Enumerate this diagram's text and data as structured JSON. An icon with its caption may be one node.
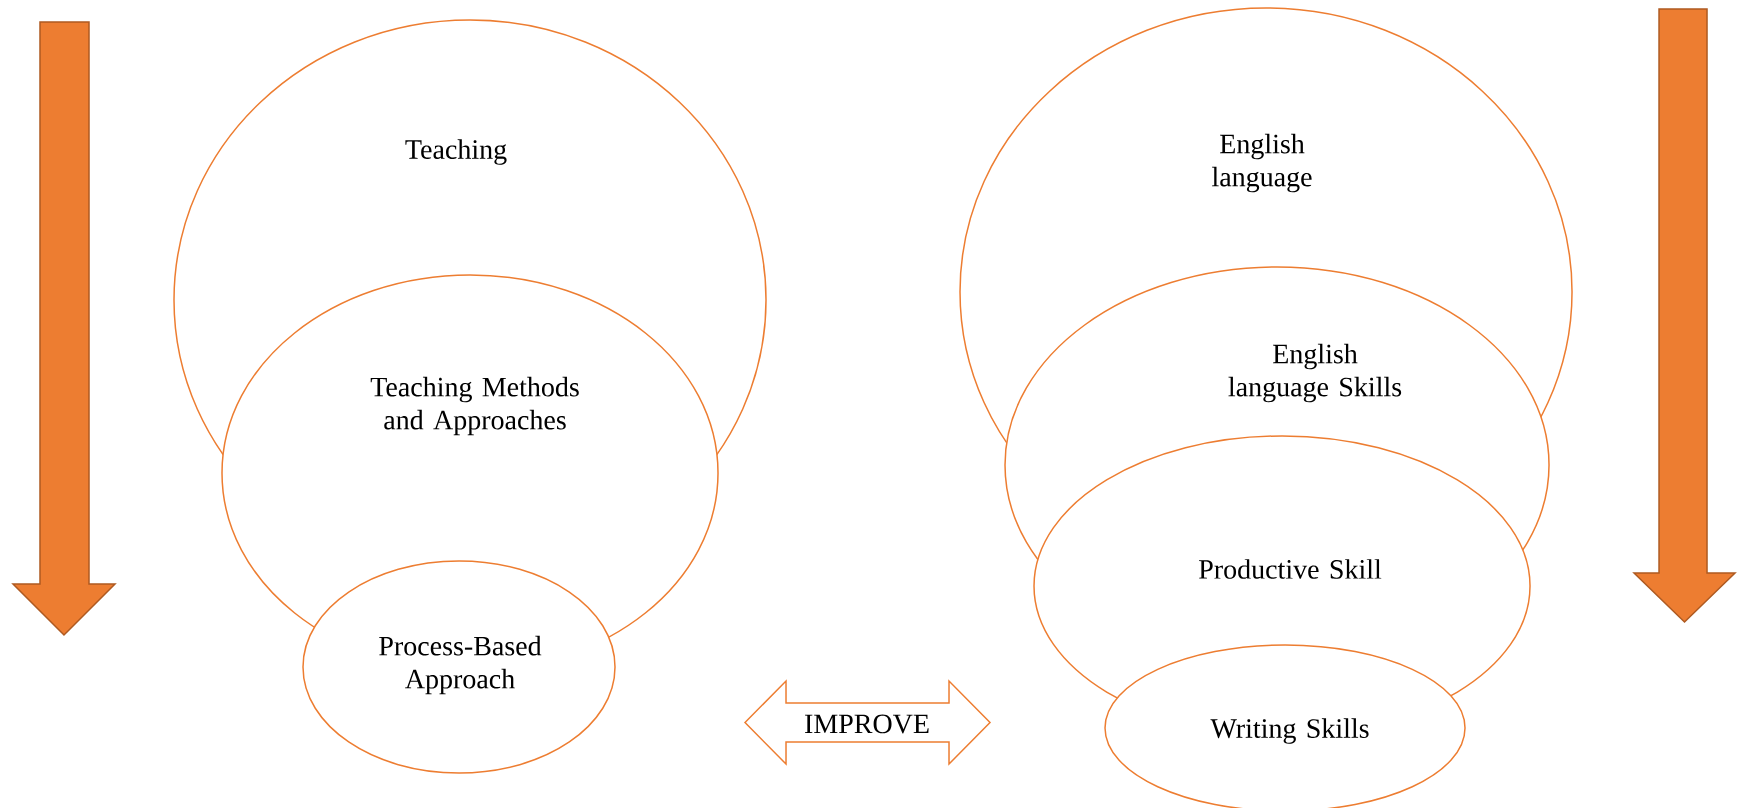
{
  "diagram": {
    "nodes": [
      {
        "text": [
          "Teaching"
        ]
      },
      {
        "text": [
          "Teaching Methods and Approaches"
        ]
      },
      {
        "text": [
          "Process-Based Approach"
        ]
      },
      {
        "text": [
          "English language"
        ]
      },
      {
        "text": [
          "English language Skills"
        ]
      },
      {
        "text": [
          "Productive Skill"
        ]
      },
      {
        "text": [
          "Writing Skills"
        ]
      },
      {
        "text": [
          "IMPROVE"
        ]
      }
    ]
  }
}
